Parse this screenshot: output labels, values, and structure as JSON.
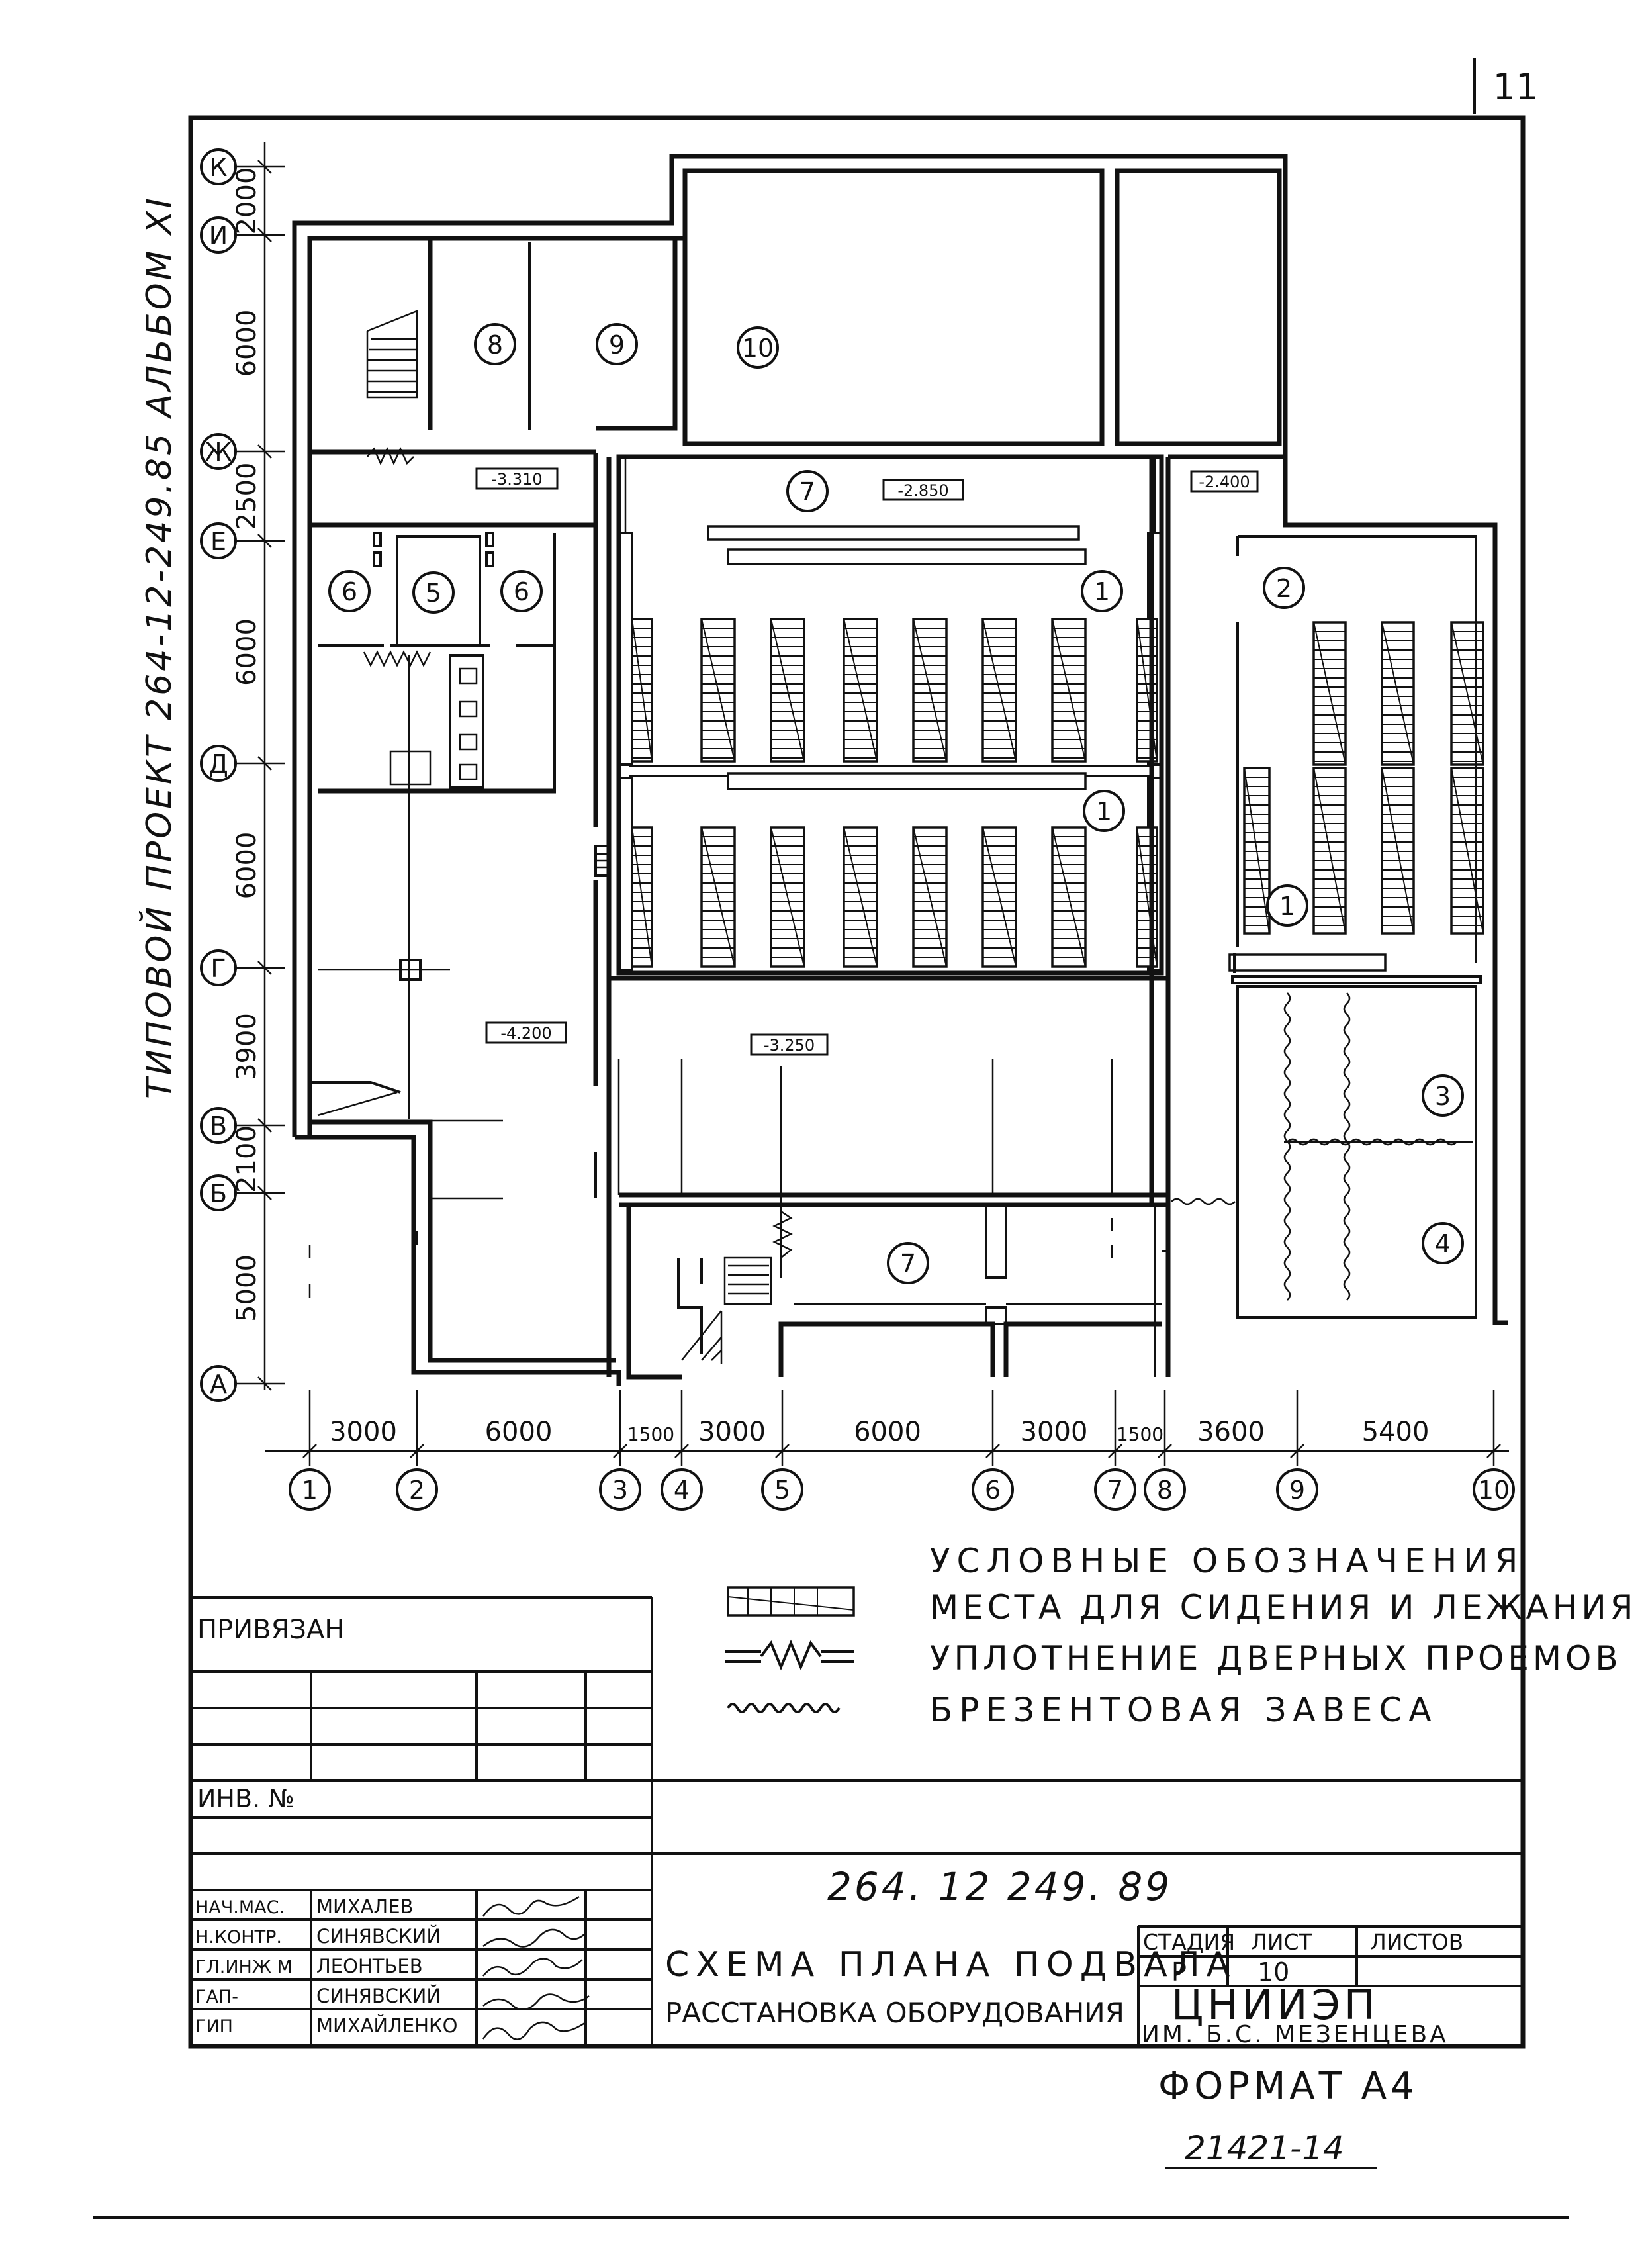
{
  "sheet": {
    "page_number": "11",
    "album_title": "ТИПОВОЙ ПРОЕКТ 264-12-249.85 АЛЬБОМ XI"
  },
  "axes": {
    "rows": [
      "К",
      "И",
      "Ж",
      "Е",
      "Д",
      "Г",
      "В",
      "Б",
      "А"
    ],
    "row_dims": [
      "2000",
      "6000",
      "2500",
      "6000",
      "6000",
      "3900",
      "2100",
      "5000"
    ],
    "columns": [
      "1",
      "2",
      "3",
      "4",
      "5",
      "6",
      "7",
      "8",
      "9",
      "10"
    ],
    "column_dims": [
      "3000",
      "6000",
      "1500",
      "3000",
      "6000",
      "3000",
      "1500",
      "3600",
      "5400"
    ]
  },
  "rooms": [
    "8",
    "9",
    "10",
    "7",
    "6",
    "5",
    "6",
    "1",
    "1",
    "2",
    "1",
    "3",
    "4",
    "7"
  ],
  "elevations": [
    "-3.310",
    "-2.850",
    "-2.400",
    "-4.200",
    "-3.250"
  ],
  "legend": {
    "title": "УСЛОВНЫЕ ОБОЗНАЧЕНИЯ",
    "items": [
      {
        "symbol": "seat",
        "text": "МЕСТА ДЛЯ СИДЕНИЯ И ЛЕЖАНИЯ"
      },
      {
        "symbol": "seal",
        "text": "УПЛОТНЕНИЕ ДВЕРНЫХ ПРОЕМОВ"
      },
      {
        "symbol": "curtain",
        "text": "БРЕЗЕНТОВАЯ ЗАВЕСА"
      }
    ]
  },
  "title_block": {
    "privyazan": "ПРИВЯЗАН",
    "inv_no": "ИНВ. №",
    "code": "264. 12 249. 89",
    "roles": [
      {
        "role": "НАЧ.МАС.",
        "name": "МИХАЛЕВ"
      },
      {
        "role": "Н.КОНТР.",
        "name": "СИНЯВСКИЙ"
      },
      {
        "role": "ГЛ.ИНЖ М",
        "name": "ЛЕОНТЬЕВ"
      },
      {
        "role": "ГАП-",
        "name": "СИНЯВСКИЙ"
      },
      {
        "role": "ГИП",
        "name": "МИХАЙЛЕНКО"
      }
    ],
    "drawing_title_1": "СХЕМА ПЛАНА ПОДВАЛА",
    "drawing_title_2": "РАССТАНОВКА ОБОРУДОВАНИЯ",
    "stage_label": "СТАДИЯ",
    "sheet_label": "ЛИСТ",
    "sheets_label": "ЛИСТОВ",
    "stage": "Р",
    "sheet": "10",
    "org": "ЦНИИЭП",
    "org_sub": "ИМ. Б.С. МЕЗЕНЦЕВА"
  },
  "footer": {
    "format": "ФОРМАТ А4",
    "inventory": "21421-14"
  }
}
